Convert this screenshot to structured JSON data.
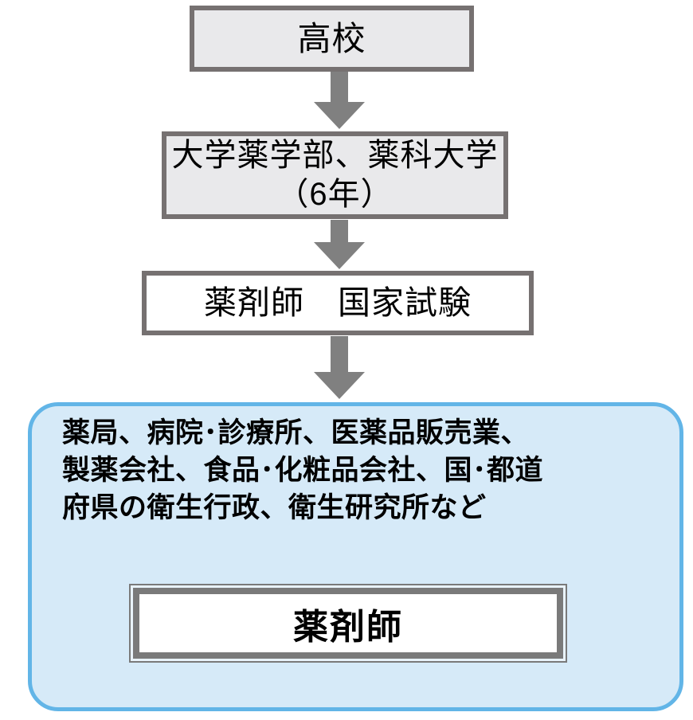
{
  "flowchart": {
    "nodes": {
      "highschool": {
        "label": "高校"
      },
      "university": {
        "line1": "大学薬学部、薬科大学",
        "line2": "（6年）"
      },
      "exam": {
        "label": "薬剤師　国家試験"
      },
      "workplaces": {
        "line1": "薬局、病院･診療所、医薬品販売業、",
        "line2": "製薬会社、食品･化粧品会社、国･都道",
        "line3": "府県の衛生行政、衛生研究所など"
      },
      "pharmacist": {
        "label": "薬剤師"
      }
    },
    "colors": {
      "node_border_gray": "#767171",
      "node_fill_gray": "#e9e9eb",
      "node_fill_white": "#ffffff",
      "arrow_gray": "#808080",
      "panel_border_blue": "#62b5e7",
      "panel_fill_blue": "#d6eaf8",
      "text": "#000000"
    }
  }
}
